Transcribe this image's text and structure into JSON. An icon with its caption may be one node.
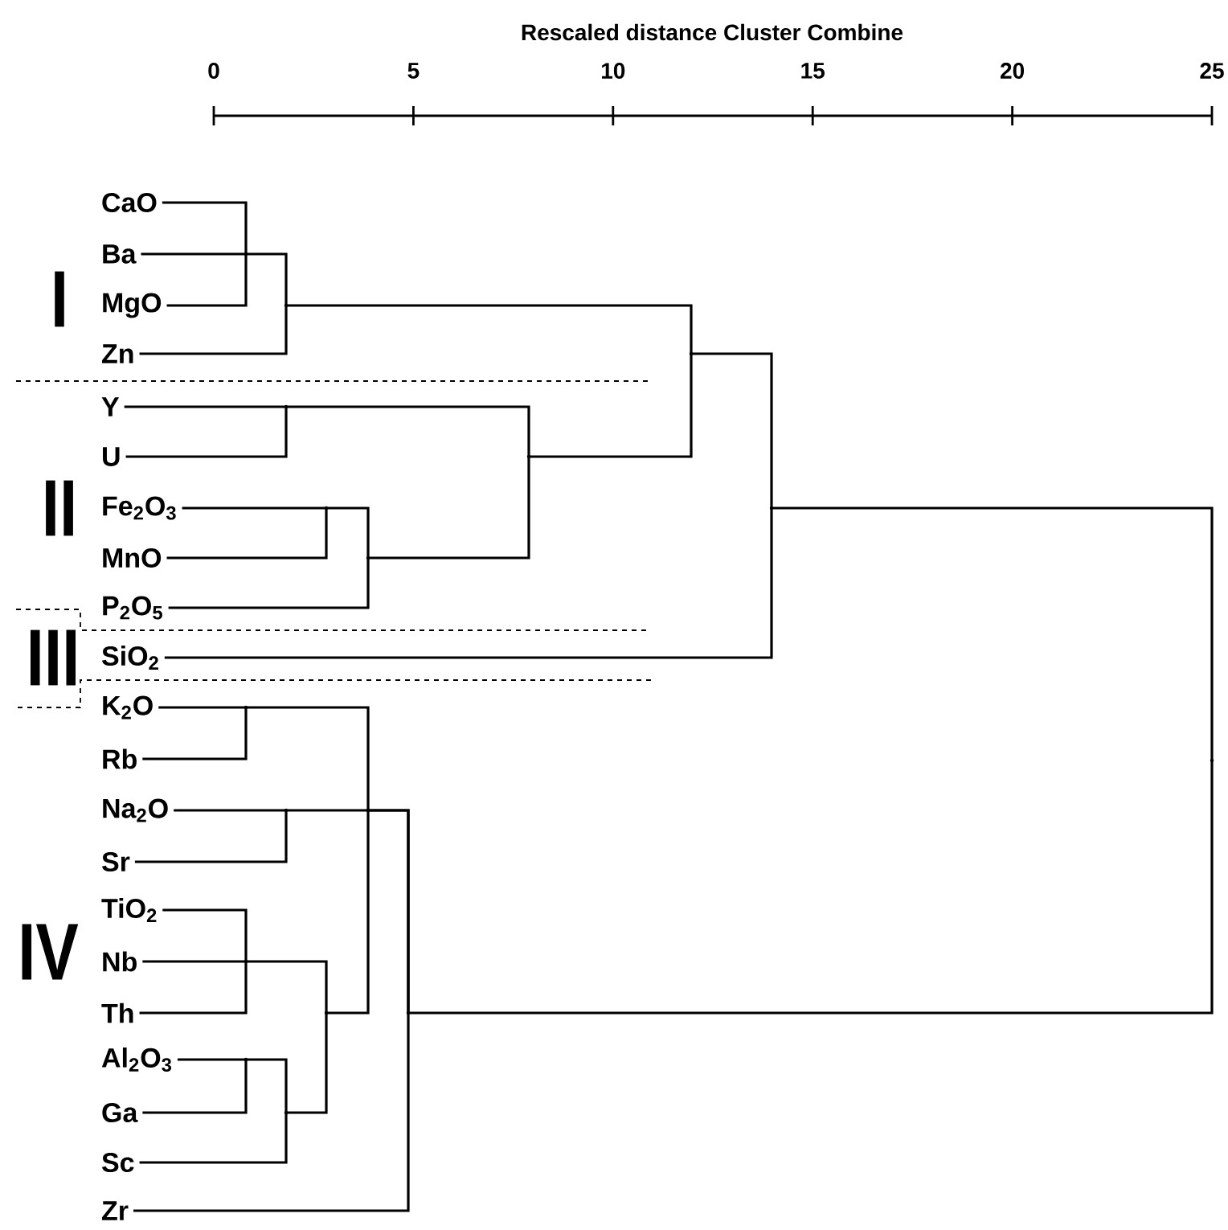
{
  "diagram": {
    "title": "Rescaled distance Cluster Combine",
    "nodes": [
      {
        "text": [
          "CaO"
        ]
      },
      {
        "text": [
          "Ba"
        ]
      },
      {
        "text": [
          "MgO"
        ]
      },
      {
        "text": [
          "Zn"
        ]
      },
      {
        "text": [
          "Y"
        ]
      },
      {
        "text": [
          "U"
        ]
      },
      {
        "text": [
          "Fe$_{2}$O$_{3}$"
        ]
      },
      {
        "text": [
          "MnO"
        ]
      },
      {
        "text": [
          "P$_{2}$O$_{5}$"
        ]
      },
      {
        "text": [
          "SiO$_{2}$"
        ]
      },
      {
        "text": [
          "K$_{2}$O"
        ]
      },
      {
        "text": [
          "Rb"
        ]
      },
      {
        "text": [
          "Na$_{2}$O"
        ]
      },
      {
        "text": [
          "Sr"
        ]
      },
      {
        "text": [
          "TiO$_{2}$"
        ]
      },
      {
        "text": [
          "Nb"
        ]
      },
      {
        "text": [
          "Th"
        ]
      },
      {
        "text": [
          "Al$_{2}$O$_{3}$"
        ]
      },
      {
        "text": [
          "Ga"
        ]
      },
      {
        "text": [
          "Sc"
        ]
      },
      {
        "text": [
          "Zr"
        ]
      },
      {
        "text": [],
        "shape": "point"
      },
      {
        "text": [],
        "shape": "point"
      },
      {
        "text": [],
        "shape": "point"
      },
      {
        "text": [],
        "shape": "point"
      },
      {
        "text": [],
        "shape": "point"
      },
      {
        "text": [],
        "shape": "point"
      },
      {
        "text": [],
        "shape": "point"
      },
      {
        "text": [],
        "shape": "point"
      },
      {
        "text": [],
        "shape": "point"
      },
      {
        "text": [],
        "shape": "point"
      },
      {
        "text": [],
        "shape": "point"
      },
      {
        "text": [],
        "shape": "point"
      },
      {
        "text": [],
        "shape": "point"
      },
      {
        "text": [],
        "shape": "point"
      },
      {
        "text": [],
        "shape": "point"
      },
      {
        "text": [],
        "shape": "point"
      },
      {
        "text": [],
        "shape": "point"
      }
    ],
    "edges": [
      {
        "from": 0,
        "to": 21,
        "arrow": "none"
      },
      {
        "from": 1,
        "to": 21,
        "arrow": "none"
      },
      {
        "from": 2,
        "to": 21,
        "arrow": "none"
      },
      {
        "from": 21,
        "to": 22,
        "arrow": "none"
      },
      {
        "from": 3,
        "to": 22,
        "arrow": "none"
      },
      {
        "from": 4,
        "to": 23,
        "arrow": "none"
      },
      {
        "from": 5,
        "to": 23,
        "arrow": "none"
      },
      {
        "from": 6,
        "to": 24,
        "arrow": "none"
      },
      {
        "from": 7,
        "to": 24,
        "arrow": "none"
      },
      {
        "from": 24,
        "to": 25,
        "arrow": "none"
      },
      {
        "from": 8,
        "to": 25,
        "arrow": "none"
      },
      {
        "from": 23,
        "to": 26,
        "arrow": "none"
      },
      {
        "from": 25,
        "to": 26,
        "arrow": "none"
      },
      {
        "from": 22,
        "to": 27,
        "arrow": "none"
      },
      {
        "from": 26,
        "to": 27,
        "arrow": "none"
      },
      {
        "from": 27,
        "to": 28,
        "arrow": "none"
      },
      {
        "from": 9,
        "to": 28,
        "arrow": "none"
      },
      {
        "from": 10,
        "to": 29,
        "arrow": "none"
      },
      {
        "from": 11,
        "to": 29,
        "arrow": "none"
      },
      {
        "from": 12,
        "to": 30,
        "arrow": "none"
      },
      {
        "from": 13,
        "to": 30,
        "arrow": "none"
      },
      {
        "from": 14,
        "to": 31,
        "arrow": "none"
      },
      {
        "from": 15,
        "to": 31,
        "arrow": "none"
      },
      {
        "from": 16,
        "to": 31,
        "arrow": "none"
      },
      {
        "from": 17,
        "to": 32,
        "arrow": "none"
      },
      {
        "from": 18,
        "to": 32,
        "arrow": "none"
      },
      {
        "from": 32,
        "to": 33,
        "arrow": "none"
      },
      {
        "from": 19,
        "to": 33,
        "arrow": "none"
      },
      {
        "from": 31,
        "to": 34,
        "arrow": "none"
      },
      {
        "from": 33,
        "to": 34,
        "arrow": "none"
      },
      {
        "from": 29,
        "to": 35,
        "arrow": "none"
      },
      {
        "from": 34,
        "to": 35,
        "arrow": "none"
      },
      {
        "from": 30,
        "to": 36,
        "arrow": "none"
      },
      {
        "from": 35,
        "to": 36,
        "arrow": "none"
      },
      {
        "from": 20,
        "to": 36,
        "arrow": "none"
      },
      {
        "from": 28,
        "to": 37,
        "arrow": "none"
      },
      {
        "from": 36,
        "to": 37,
        "arrow": "none"
      }
    ],
    "labels": [
      "0",
      "5",
      "10",
      "15",
      "20",
      "25",
      "I",
      "II",
      "III",
      "IV"
    ]
  }
}
